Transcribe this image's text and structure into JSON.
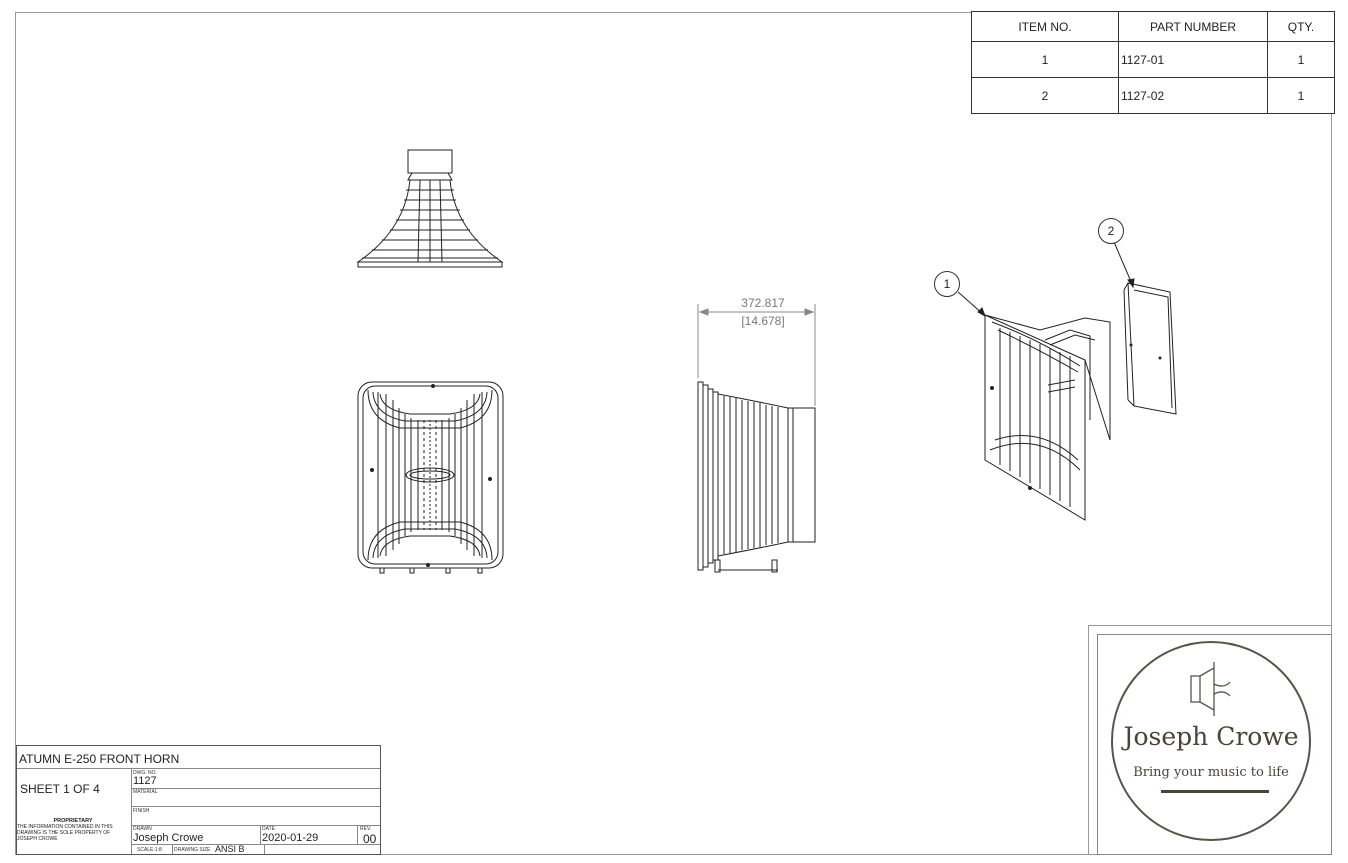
{
  "bom": {
    "headers": [
      "ITEM NO.",
      "PART NUMBER",
      "QTY."
    ],
    "rows": [
      [
        "1",
        "1127-01",
        "1"
      ],
      [
        "2",
        "1127-02",
        "1"
      ]
    ]
  },
  "dimension": {
    "metric": "372.817",
    "imperial": "[14.678]"
  },
  "balloons": [
    "1",
    "2"
  ],
  "title_block": {
    "title": "ATUMN E-250 FRONT HORN",
    "sheet": "SHEET 1 OF 4",
    "dwg_no_label": "DWG. NO.",
    "dwg_no": "1127",
    "material_label": "MATERIAL",
    "finish_label": "FINISH",
    "proprietary_label": "PROPRIETARY",
    "proprietary_text": "THE INFORMATION CONTAINED IN THIS DRAWING IS THE SOLE PROPERTY OF JOSEPH CROWE",
    "drawn_label": "DRAWN",
    "drawn": "Joseph Crowe",
    "date_label": "DATE",
    "date": "2020-01-29",
    "rev_label": "REV.",
    "rev": "00",
    "scale_label": "SCALE:1:8",
    "size_label": "DRAWING SIZE",
    "size": "ANSI B"
  },
  "logo": {
    "name": "Joseph Crowe",
    "tagline": "Bring your music to life",
    "icon": "speaker-icon"
  },
  "colors": {
    "logo": "#4a4438",
    "line": "#222222",
    "dim": "#777777"
  }
}
